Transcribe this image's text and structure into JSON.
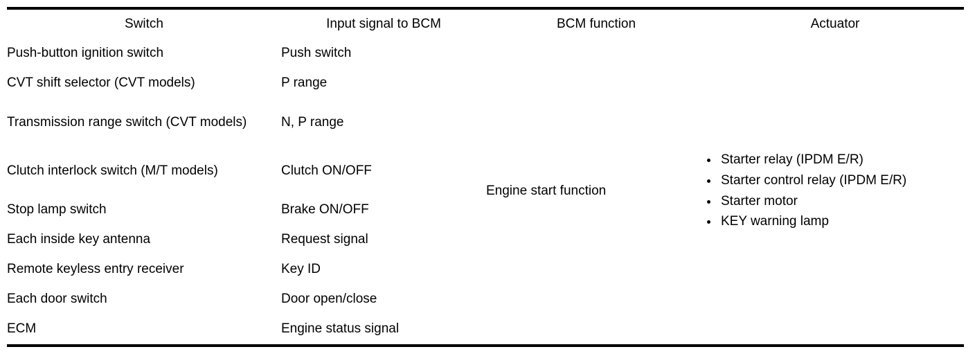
{
  "table": {
    "headers": [
      "Switch",
      "Input signal to BCM",
      "BCM function",
      "Actuator"
    ],
    "rows": [
      {
        "switch": "Push-button ignition switch",
        "signal": "Push switch"
      },
      {
        "switch": "CVT shift selector (CVT models)",
        "signal": "P range"
      },
      {
        "switch": "Transmission range switch (CVT models)",
        "signal": "N, P range"
      },
      {
        "switch": "Clutch interlock switch (M/T models)",
        "signal": "Clutch ON/OFF"
      },
      {
        "switch": "Stop lamp switch",
        "signal": "Brake ON/OFF"
      },
      {
        "switch": "Each inside key antenna",
        "signal": "Request signal"
      },
      {
        "switch": "Remote keyless entry receiver",
        "signal": "Key ID"
      },
      {
        "switch": "Each door switch",
        "signal": "Door open/close"
      },
      {
        "switch": "ECM",
        "signal": "Engine status signal"
      }
    ],
    "bcm_function": "Engine start function",
    "actuators": [
      "Starter relay (IPDM E/R)",
      "Starter control relay (IPDM E/R)",
      "Starter motor",
      "KEY warning lamp"
    ]
  }
}
